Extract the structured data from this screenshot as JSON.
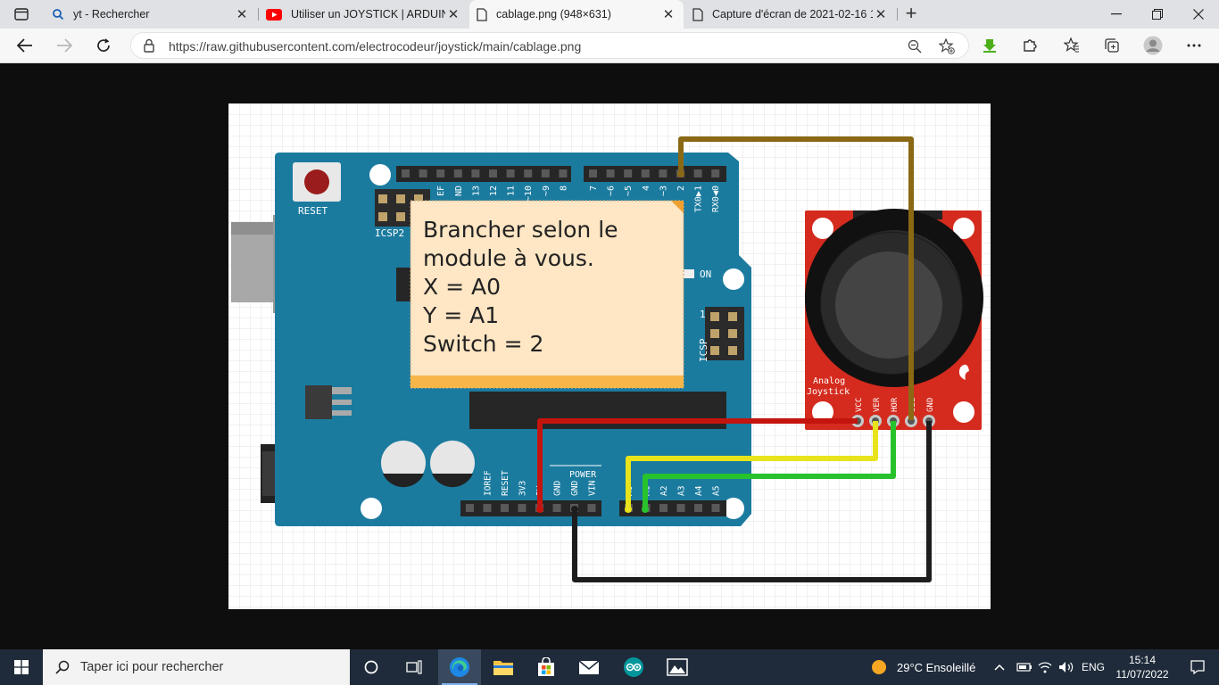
{
  "browser": {
    "tabs": [
      {
        "title": "yt - Rechercher",
        "icon": "search-icon"
      },
      {
        "title": "Utiliser un JOYSTICK | ARDUINO",
        "icon": "youtube-icon"
      },
      {
        "title": "cablage.png (948×631)",
        "icon": "page-icon",
        "active": true
      },
      {
        "title": "Capture d'écran de 2021-02-16 1",
        "icon": "page-icon"
      }
    ],
    "url": "https://raw.githubusercontent.com/electrocodeur/joystick/main/cablage.png"
  },
  "image": {
    "note_lines": [
      "Brancher selon le",
      "module à vous.",
      "X = A0",
      "Y = A1",
      "Switch = 2"
    ],
    "reset_label": "RESET",
    "icsp_label": "ICSP2",
    "icsp_right_label": "ICSP",
    "on_label": "ON",
    "header_top_labels": [
      "EF",
      "ND",
      "13",
      "12",
      "11",
      "~10",
      "~9",
      "8",
      "7",
      "~6",
      "~5",
      "4",
      "~3",
      "2",
      "TX0▶1",
      "RX0◀0"
    ],
    "power_label": "POWER",
    "power_pins": [
      "IOREF",
      "RESET",
      "3V3",
      "5V",
      "GND",
      "GND",
      "VIN"
    ],
    "analog_pins": [
      "A0",
      "A1",
      "A2",
      "A3",
      "A4",
      "A5"
    ],
    "joystick_label_1": "Analog",
    "joystick_label_2": "Joystick",
    "joystick_pins": [
      "VCC",
      "VER",
      "HOR",
      "SEL",
      "GND"
    ],
    "pin_one": "1"
  },
  "taskbar": {
    "search_placeholder": "Taper ici pour rechercher",
    "weather": "29°C  Ensoleillé",
    "lang": "ENG",
    "time": "15:14",
    "date": "11/07/2022"
  },
  "colors": {
    "board": "#1a7a9e",
    "sticky": "#ffe6c4",
    "joystick_board": "#d42b1e"
  }
}
